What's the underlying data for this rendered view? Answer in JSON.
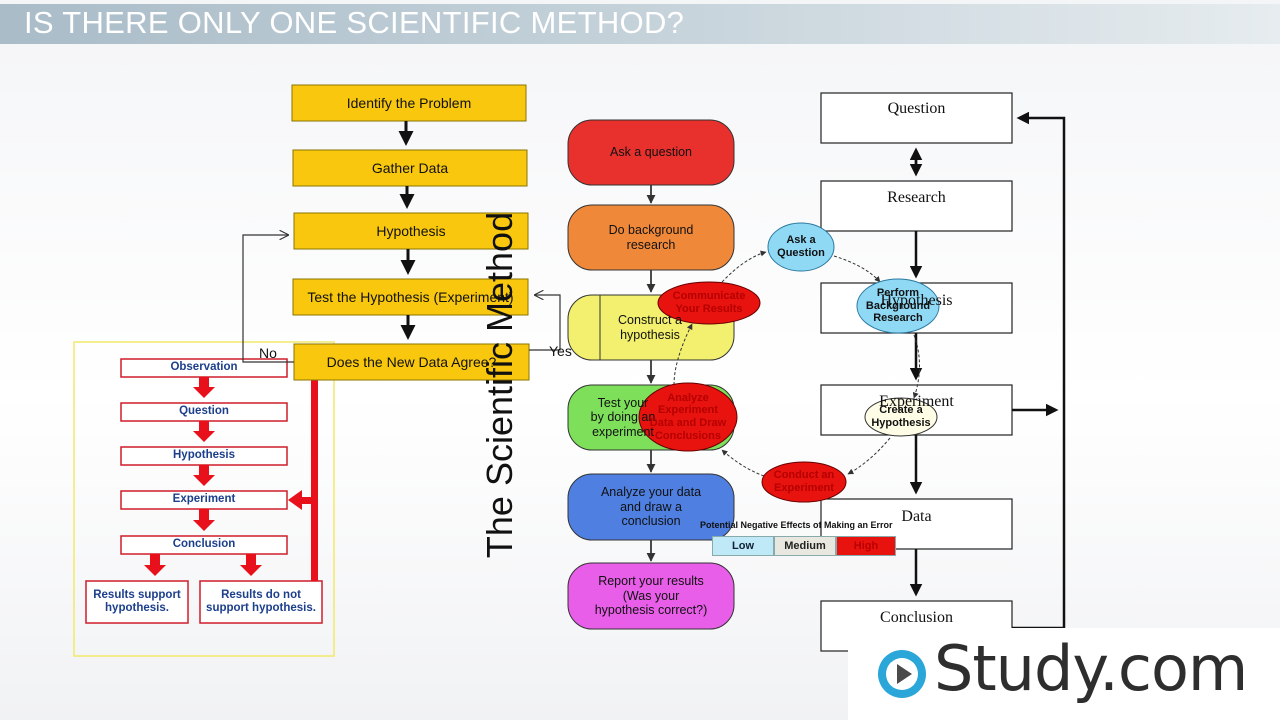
{
  "header": {
    "title": "IS THERE ONLY ONE SCIENTIFIC METHOD?"
  },
  "yellow_flow": {
    "steps": [
      "Identify the Problem",
      "Gather Data",
      "Hypothesis",
      "Test the Hypothesis (Experiment)",
      "Does the New Data Agree?"
    ],
    "no_label": "No",
    "yes_label": "Yes"
  },
  "red_flow": {
    "steps": [
      "Observation",
      "Question",
      "Hypothesis",
      "Experiment",
      "Conclusion"
    ],
    "results_support": "Results support\nhypothesis.",
    "results_not_support": "Results do not\nsupport hypothesis."
  },
  "vertical_title": "The Scientific Method",
  "color_flow": {
    "steps": [
      "Ask a question",
      "Do background\nresearch",
      "Construct a\nhypothesis",
      "Test your\nby doing an\nexperiment",
      "Analyze your data\nand draw a\nconclusion",
      "Report your results\n(Was your\nhypothesis correct?)"
    ],
    "colors": [
      "#e8302d",
      "#f0883a",
      "#f2f06e",
      "#7ee05a",
      "#4f7fe0",
      "#e85ee8"
    ]
  },
  "rect_flow": {
    "steps": [
      "Question",
      "Research",
      "Hypothesis",
      "Experiment",
      "Data",
      "Conclusion"
    ]
  },
  "cycle": {
    "items": [
      "Ask a\nQuestion",
      "Perform\nBackground\nResearch",
      "Create a\nHypothesis",
      "Conduct an\nExperiment",
      "Analyze\nExperiment\nData and Draw\nConclusions",
      "Communicate\nYour Results"
    ]
  },
  "error_scale": {
    "title": "Potential Negative Effects of Making an Error",
    "levels": [
      "Low",
      "Medium",
      "High"
    ],
    "colors": [
      "#bfe9f7",
      "#e8e8e0",
      "#e8130f"
    ]
  },
  "brand": {
    "name": "Study.com",
    "accent": "#2aa6d8"
  }
}
